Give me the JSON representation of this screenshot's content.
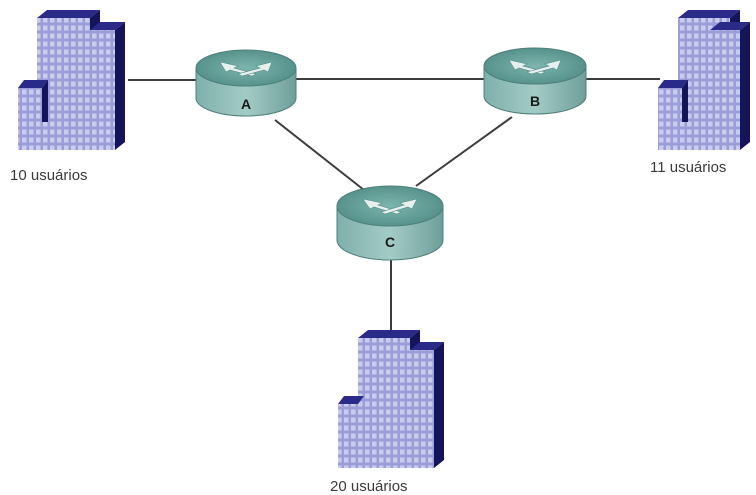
{
  "routers": [
    {
      "id": "A",
      "label": "A"
    },
    {
      "id": "B",
      "label": "B"
    },
    {
      "id": "C",
      "label": "C"
    }
  ],
  "sites": [
    {
      "id": "site-a",
      "label": "10 usuários",
      "connected_to": "A"
    },
    {
      "id": "site-b",
      "label": "11 usuários",
      "connected_to": "B"
    },
    {
      "id": "site-c",
      "label": "20 usuários",
      "connected_to": "C"
    }
  ],
  "links": [
    {
      "from": "site-a",
      "to": "A"
    },
    {
      "from": "A",
      "to": "B"
    },
    {
      "from": "B",
      "to": "site-b"
    },
    {
      "from": "A",
      "to": "C"
    },
    {
      "from": "B",
      "to": "C"
    },
    {
      "from": "C",
      "to": "site-c"
    }
  ],
  "colors": {
    "router_body": "#8fb9b4",
    "router_top": "#6aa6a0",
    "building_face": "#8c8fd0",
    "building_side": "#14145a",
    "window": "#c9ccec",
    "link": "#3c3c3c"
  }
}
